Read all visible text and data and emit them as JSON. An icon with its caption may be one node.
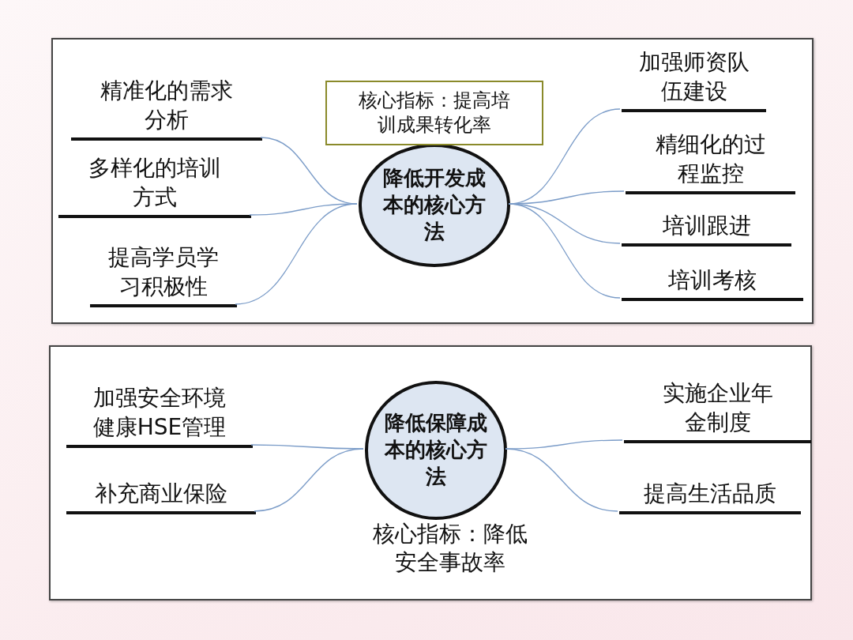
{
  "diagram": {
    "nodes": [
      {
        "text": [],
        "shape": "box"
      },
      {
        "text": [
          "降低开发成本的核心方法"
        ],
        "in": 0
      },
      {
        "text": [
          "核心指标：提高培训成果转化率"
        ],
        "in": 0
      },
      {
        "text": [
          "精准化的需求分析"
        ],
        "in": 0
      },
      {
        "text": [
          "多样化的培训方式"
        ],
        "in": 0
      },
      {
        "text": [
          "提高学员学习积极性"
        ],
        "in": 0
      },
      {
        "text": [
          "加强师资队伍建设"
        ],
        "in": 0
      },
      {
        "text": [
          "精细化的过程监控"
        ],
        "in": 0
      },
      {
        "text": [
          "培训跟进"
        ],
        "in": 0
      },
      {
        "text": [
          "培训考核"
        ],
        "in": 0
      },
      {
        "text": [],
        "shape": "box"
      },
      {
        "text": [
          "降低保障成本的核心方法"
        ],
        "in": 10,
        "beside": [
          "核心指标：降低安全事故率"
        ]
      },
      {
        "text": [
          "加强安全环境健康HSE管理"
        ],
        "in": 10
      },
      {
        "text": [
          "补充商业保险"
        ],
        "in": 10
      },
      {
        "text": [
          "实施企业年金制度"
        ],
        "in": 10
      },
      {
        "text": [
          "提高生活品质"
        ],
        "in": 10
      }
    ],
    "edges": [
      {
        "from": 1,
        "to": 3,
        "arrow": "none"
      },
      {
        "from": 1,
        "to": 4,
        "arrow": "none"
      },
      {
        "from": 1,
        "to": 5,
        "arrow": "none"
      },
      {
        "from": 1,
        "to": 6,
        "arrow": "none"
      },
      {
        "from": 1,
        "to": 7,
        "arrow": "none"
      },
      {
        "from": 1,
        "to": 8,
        "arrow": "none"
      },
      {
        "from": 1,
        "to": 9,
        "arrow": "none"
      },
      {
        "from": 11,
        "to": 12,
        "arrow": "none"
      },
      {
        "from": 11,
        "to": 13,
        "arrow": "none"
      },
      {
        "from": 11,
        "to": 14,
        "arrow": "none"
      },
      {
        "from": 11,
        "to": 15,
        "arrow": "none"
      }
    ]
  }
}
